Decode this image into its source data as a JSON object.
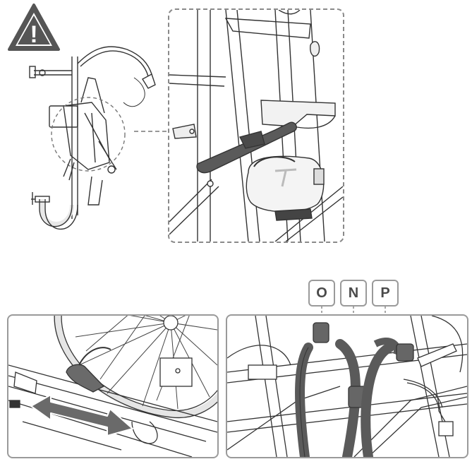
{
  "labels": {
    "o": "O",
    "n": "N",
    "p": "P"
  },
  "warning": {
    "icon": "warning-triangle-icon",
    "glyph": "!",
    "fill": "#555555"
  },
  "colors": {
    "line": "#333333",
    "strap": "#5a5a5a",
    "arrow": "#6a6a6a",
    "frame": "#9a9a9a"
  }
}
